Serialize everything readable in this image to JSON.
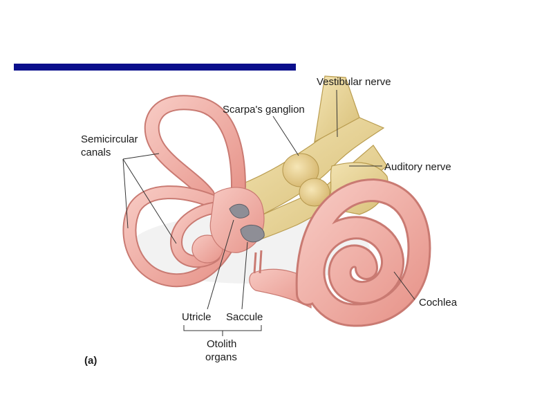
{
  "figure": {
    "panel_label": "(a)",
    "labels": {
      "vestibular_nerve": "Vestibular nerve",
      "scarpas_ganglion": "Scarpa's ganglion",
      "semicircular_canals_line1": "Semicircular",
      "semicircular_canals_line2": "canals",
      "auditory_nerve": "Auditory nerve",
      "utricle": "Utricle",
      "saccule": "Saccule",
      "otolith_line1": "Otolith",
      "otolith_line2": "organs",
      "cochlea": "Cochlea"
    }
  },
  "colors": {
    "title_bar": "#0a0f8c",
    "membrane_fill": "#f1b3ab",
    "membrane_stroke": "#c97a72",
    "nerve_fill": "#e8d59a",
    "nerve_stroke": "#b99c4f",
    "otolith_fill": "#8e8e96"
  }
}
